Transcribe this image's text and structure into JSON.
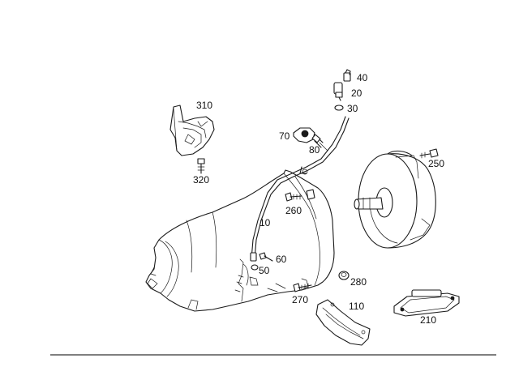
{
  "callouts": {
    "c10": "10",
    "c20": "20",
    "c30": "30",
    "c40": "40",
    "c50": "50",
    "c60": "60",
    "c70": "70",
    "c80": "80",
    "c110": "110",
    "c210": "210",
    "c250": "250",
    "c260": "260",
    "c270": "270",
    "c280": "280",
    "c310": "310",
    "c320": "320"
  }
}
